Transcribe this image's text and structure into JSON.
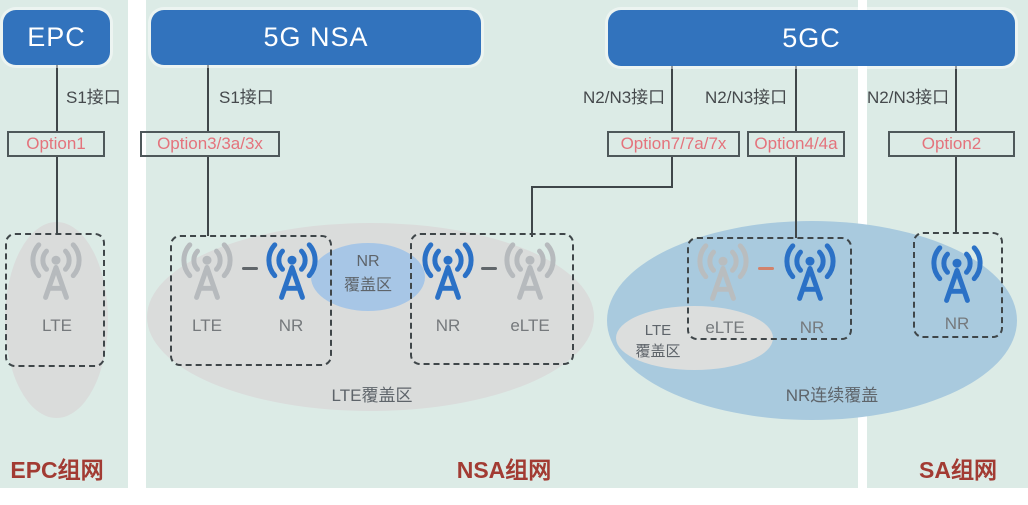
{
  "icons": {
    "antenna": "radio-tower-icon",
    "link": "link-dash"
  },
  "colors": {
    "header_blue": "#3273bd",
    "panel_green": "#dcebe6",
    "option_red": "#e4737c",
    "footer_red": "#a23b33",
    "nr_blue": "#2b71c6",
    "lte_gray": "#b6babd",
    "coverage_blue_nsa": "#a7c6e6",
    "coverage_blue_sa": "#a9cade",
    "coverage_gray": "#dadcdb",
    "line_dark": "#3f4649",
    "salmon_link": "#d2826b"
  },
  "epc": {
    "header": "EPC",
    "interface": "S1接口",
    "option": "Option1",
    "node": "LTE",
    "footer": "EPC组网"
  },
  "nsa": {
    "header": "5G NSA",
    "interface": "S1接口",
    "option": "Option3/3a/3x",
    "cell1": {
      "left": "LTE",
      "right": "NR"
    },
    "cell2": {
      "left": "NR",
      "right": "eLTE"
    },
    "nr_coverage_line1": "NR",
    "nr_coverage_line2": "覆盖区",
    "lte_coverage": "LTE覆盖区",
    "footer": "NSA组网"
  },
  "gc": {
    "header": "5GC",
    "interface1": "N2/N3接口",
    "interface2": "N2/N3接口",
    "interface3": "N2/N3接口",
    "option1": "Option7/7a/7x",
    "option2": "Option4/4a",
    "option3": "Option2",
    "cell": {
      "left": "eLTE",
      "right": "NR"
    },
    "lte_coverage_line1": "LTE",
    "lte_coverage_line2": "覆盖区",
    "nr_coverage": "NR连续覆盖"
  },
  "sa": {
    "node": "NR",
    "footer": "SA组网"
  }
}
